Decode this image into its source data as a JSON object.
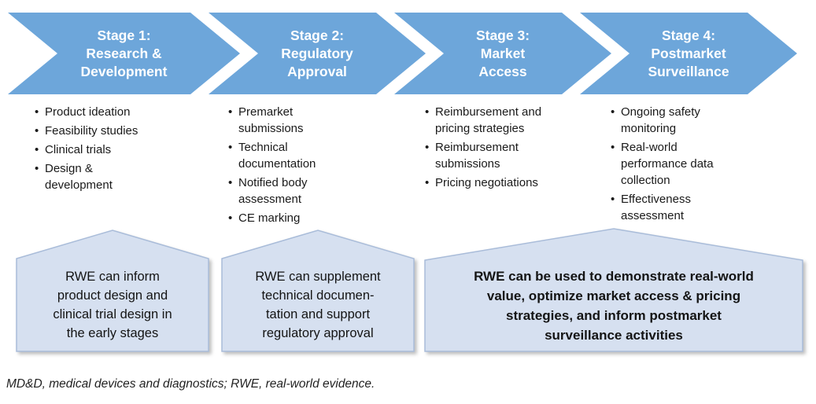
{
  "stages": [
    {
      "title": "Stage 1:\nResearch &\nDevelopment",
      "bullets": [
        "Product ideation",
        "Feasibility studies",
        "Clinical trials",
        "Design &\ndevelopment"
      ]
    },
    {
      "title": "Stage 2:\nRegulatory\nApproval",
      "bullets": [
        "Premarket\nsubmissions",
        "Technical\ndocumentation",
        "Notified body\nassessment",
        "CE marking"
      ]
    },
    {
      "title": "Stage 3:\nMarket\nAccess",
      "bullets": [
        "Reimbursement and\npricing strategies",
        "Reimbursement\nsubmissions",
        "Pricing negotiations"
      ]
    },
    {
      "title": "Stage 4:\nPostmarket\nSurveillance",
      "bullets": [
        "Ongoing safety\nmonitoring",
        "Real-world\nperformance data\ncollection",
        "Effectiveness\nassessment"
      ]
    }
  ],
  "callouts": [
    {
      "text": "RWE can inform\nproduct design and\nclinical trial design in\nthe early stages"
    },
    {
      "text": "RWE can supplement\ntechnical documen-\ntation and support\nregulatory approval"
    },
    {
      "text": "RWE can be used to demonstrate real-world\nvalue, optimize market access & pricing\nstrategies, and inform postmarket\nsurveillance activities"
    }
  ],
  "footnote": "MD&D, medical devices and diagnostics; RWE, real-world evidence.",
  "colors": {
    "arrow_blue": "#6DA6DA",
    "callout_fill": "#D6E0F0",
    "callout_border": "#A9BCD9",
    "title_white": "#FFFFFF",
    "text_dark": "#1A1A1A"
  }
}
